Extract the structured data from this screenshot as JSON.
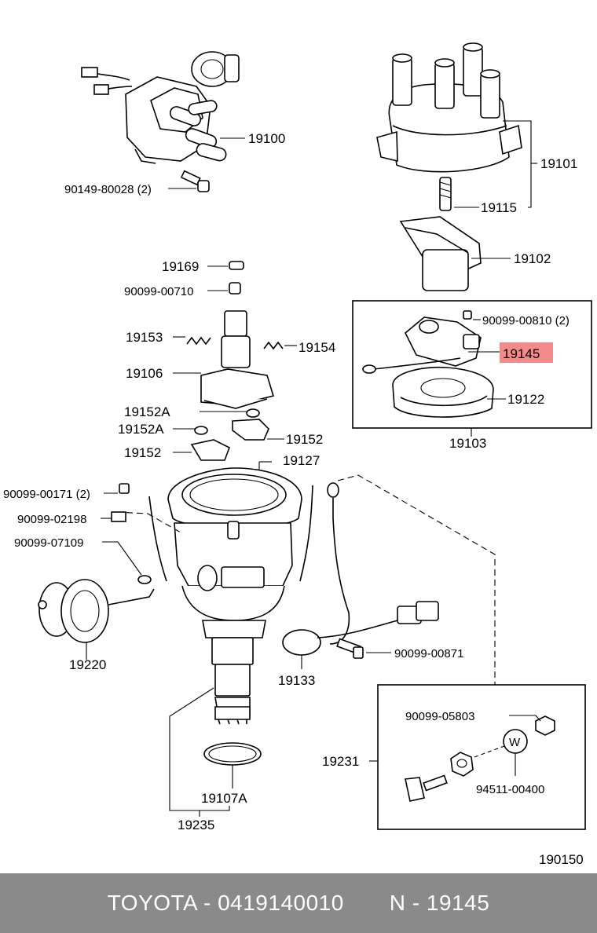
{
  "highlight_color": "#f28b8b",
  "footer": {
    "brand": "TOYOTA",
    "sep1": " - ",
    "part_number": "0419140010",
    "gap": "       ",
    "n_prefix": "N",
    "sep2": " - ",
    "n_code": "19145"
  },
  "labels": {
    "p19100": "19100",
    "p90149": "90149-80028 (2)",
    "p19101": "19101",
    "p19115": "19115",
    "p19102": "19102",
    "p19169": "19169",
    "p90099_00710": "90099-00710",
    "p19153": "19153",
    "p19154": "19154",
    "p19106": "19106",
    "p19152A_1": "19152A",
    "p19152A_2": "19152A",
    "p19152_1": "19152",
    "p19152_2": "19152",
    "p19127": "19127",
    "p90099_00810": "90099-00810 (2)",
    "p19145": "19145",
    "p19122": "19122",
    "p19103": "19103",
    "p90099_00171": "90099-00171 (2)",
    "p90099_02198": "90099-02198",
    "p90099_07109": "90099-07109",
    "p19220": "19220",
    "p90099_00871": "90099-00871",
    "p19133": "19133",
    "p90099_05803": "90099-05803",
    "p19231": "19231",
    "p94511": "94511-00400",
    "p19107A": "19107A",
    "p19235": "19235",
    "p190150": "190150",
    "w_mark": "W"
  }
}
